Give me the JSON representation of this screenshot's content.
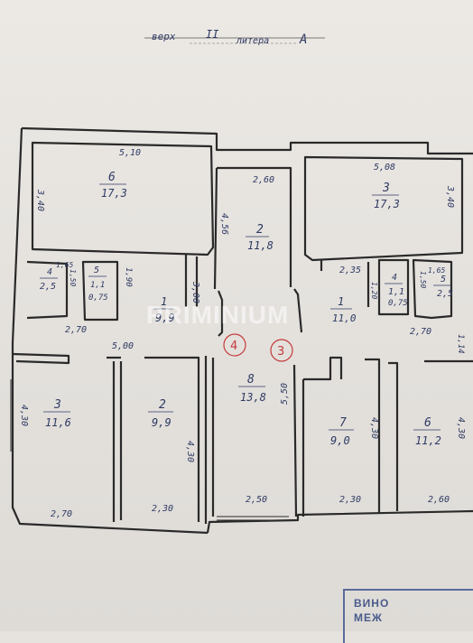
{
  "header": {
    "floor_prefix": "верх",
    "floor_number": "II",
    "letter_prefix": "литера",
    "letter": "А"
  },
  "watermark": "PRIMINIUM",
  "stamp": {
    "line1": "ВИНО",
    "line2": "МЕЖ"
  },
  "rooms": {
    "r6top": {
      "num": "6",
      "area": "17,3"
    },
    "r2top": {
      "num": "2",
      "area": "11,8"
    },
    "r3top": {
      "num": "3",
      "area": "17,3"
    },
    "r4left": {
      "num": "4",
      "area": "2,5"
    },
    "r5left": {
      "num": "5",
      "area": "1,1"
    },
    "r1left": {
      "num": "1",
      "area": "9,9"
    },
    "r1right": {
      "num": "1",
      "area": "11,0"
    },
    "r4right": {
      "num": "4",
      "area": "1,1"
    },
    "r5right": {
      "num": "5",
      "area": "2,5"
    },
    "r3bottom": {
      "num": "3",
      "area": "11,6"
    },
    "r2bottom": {
      "num": "2",
      "area": "9,9"
    },
    "r8": {
      "num": "8",
      "area": "13,8"
    },
    "r7": {
      "num": "7",
      "area": "9,0"
    },
    "r6bottom": {
      "num": "6",
      "area": "11,2"
    }
  },
  "circles": {
    "c4": "4",
    "c3": "3"
  },
  "dims": {
    "d510": "5,10",
    "d340": "3,40",
    "d260": "2,60",
    "d456": "4,56",
    "d508": "5,08",
    "d340r": "3,40",
    "d165l": "1,65",
    "d150l": "1,50",
    "d190": "1,90",
    "d075l": "0,75",
    "d300": "3,00",
    "d270l": "2,70",
    "d500": "5,00",
    "d235": "2,35",
    "d120": "1,20",
    "d150r": "1,50",
    "d165r": "1,65",
    "d075r": "0,75",
    "d270r": "2,70",
    "d114": "1,14",
    "d430a": "4,30",
    "d430b": "4,30",
    "d550": "5,50",
    "d430c": "4,30",
    "d430d": "4,30",
    "d270b": "2,70",
    "d230a": "2,30",
    "d250": "2,50",
    "d230b": "2,30",
    "d260b": "2,60"
  }
}
